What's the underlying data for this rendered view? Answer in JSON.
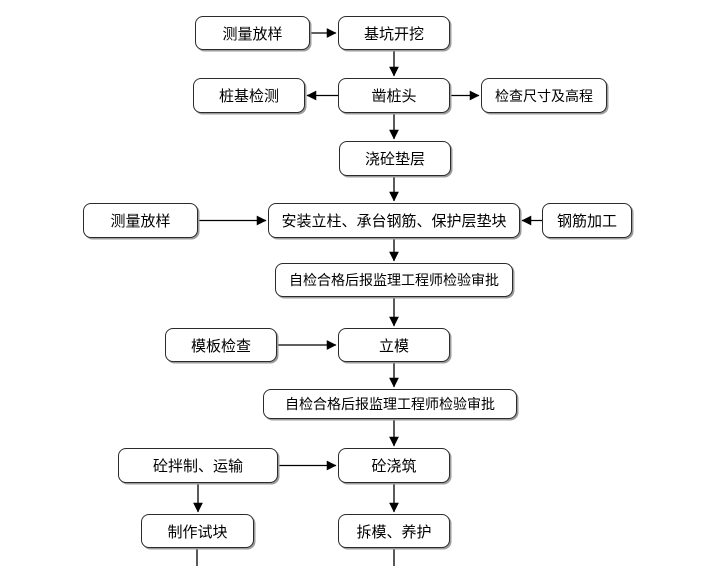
{
  "diagram": {
    "type": "flowchart",
    "background_color": "#ffffff",
    "node_fill_color": "#ffffff",
    "node_border_color": "#2b2b2b",
    "node_shadow_color": "#9c9c9c",
    "connector_color": "#000000",
    "text_color": "#000000"
  },
  "nodes": [
    {
      "id": "survey-layout-1",
      "label": "测量放样"
    },
    {
      "id": "pit-excavation",
      "label": "基坑开挖"
    },
    {
      "id": "pile-foundation-test",
      "label": "桩基检测"
    },
    {
      "id": "chisel-pile-head",
      "label": "凿桩头"
    },
    {
      "id": "check-dimensions-elevation",
      "label": "检查尺寸及高程"
    },
    {
      "id": "pour-concrete-cushion",
      "label": "浇砼垫层"
    },
    {
      "id": "survey-layout-2",
      "label": "测量放样"
    },
    {
      "id": "install-column-rebar-spacers",
      "label": "安装立柱、承台钢筋、保护层垫块"
    },
    {
      "id": "rebar-fabrication",
      "label": "钢筋加工"
    },
    {
      "id": "self-check-report-supervisor-1",
      "label": "自检合格后报监理工程师检验审批"
    },
    {
      "id": "formwork-inspection",
      "label": "模板检查"
    },
    {
      "id": "erect-formwork",
      "label": "立模"
    },
    {
      "id": "self-check-report-supervisor-2",
      "label": "自检合格后报监理工程师检验审批"
    },
    {
      "id": "concrete-mixing-transport",
      "label": "砼拌制、运输"
    },
    {
      "id": "concrete-pouring",
      "label": "砼浇筑"
    },
    {
      "id": "make-test-blocks",
      "label": "制作试块"
    },
    {
      "id": "formwork-removal-curing",
      "label": "拆模、养护"
    }
  ],
  "edges": [
    {
      "from": "survey-layout-1",
      "to": "pit-excavation",
      "arrow": true
    },
    {
      "from": "pit-excavation",
      "to": "chisel-pile-head",
      "arrow": true
    },
    {
      "from": "chisel-pile-head",
      "to": "pile-foundation-test",
      "arrow": true
    },
    {
      "from": "chisel-pile-head",
      "to": "check-dimensions-elevation",
      "arrow": true
    },
    {
      "from": "chisel-pile-head",
      "to": "pour-concrete-cushion",
      "arrow": true
    },
    {
      "from": "pour-concrete-cushion",
      "to": "install-column-rebar-spacers",
      "arrow": true
    },
    {
      "from": "survey-layout-2",
      "to": "install-column-rebar-spacers",
      "arrow": true
    },
    {
      "from": "rebar-fabrication",
      "to": "install-column-rebar-spacers",
      "arrow": true
    },
    {
      "from": "install-column-rebar-spacers",
      "to": "self-check-report-supervisor-1",
      "arrow": true
    },
    {
      "from": "self-check-report-supervisor-1",
      "to": "erect-formwork",
      "arrow": true
    },
    {
      "from": "formwork-inspection",
      "to": "erect-formwork",
      "arrow": true
    },
    {
      "from": "erect-formwork",
      "to": "self-check-report-supervisor-2",
      "arrow": true
    },
    {
      "from": "self-check-report-supervisor-2",
      "to": "concrete-pouring",
      "arrow": true
    },
    {
      "from": "concrete-mixing-transport",
      "to": "concrete-pouring",
      "arrow": true
    },
    {
      "from": "concrete-mixing-transport",
      "to": "make-test-blocks",
      "arrow": true
    },
    {
      "from": "concrete-pouring",
      "to": "formwork-removal-curing",
      "arrow": true
    },
    {
      "from": "make-test-blocks",
      "to": "offscreen-bottom-left",
      "arrow": false
    },
    {
      "from": "formwork-removal-curing",
      "to": "offscreen-bottom-right",
      "arrow": false
    }
  ]
}
